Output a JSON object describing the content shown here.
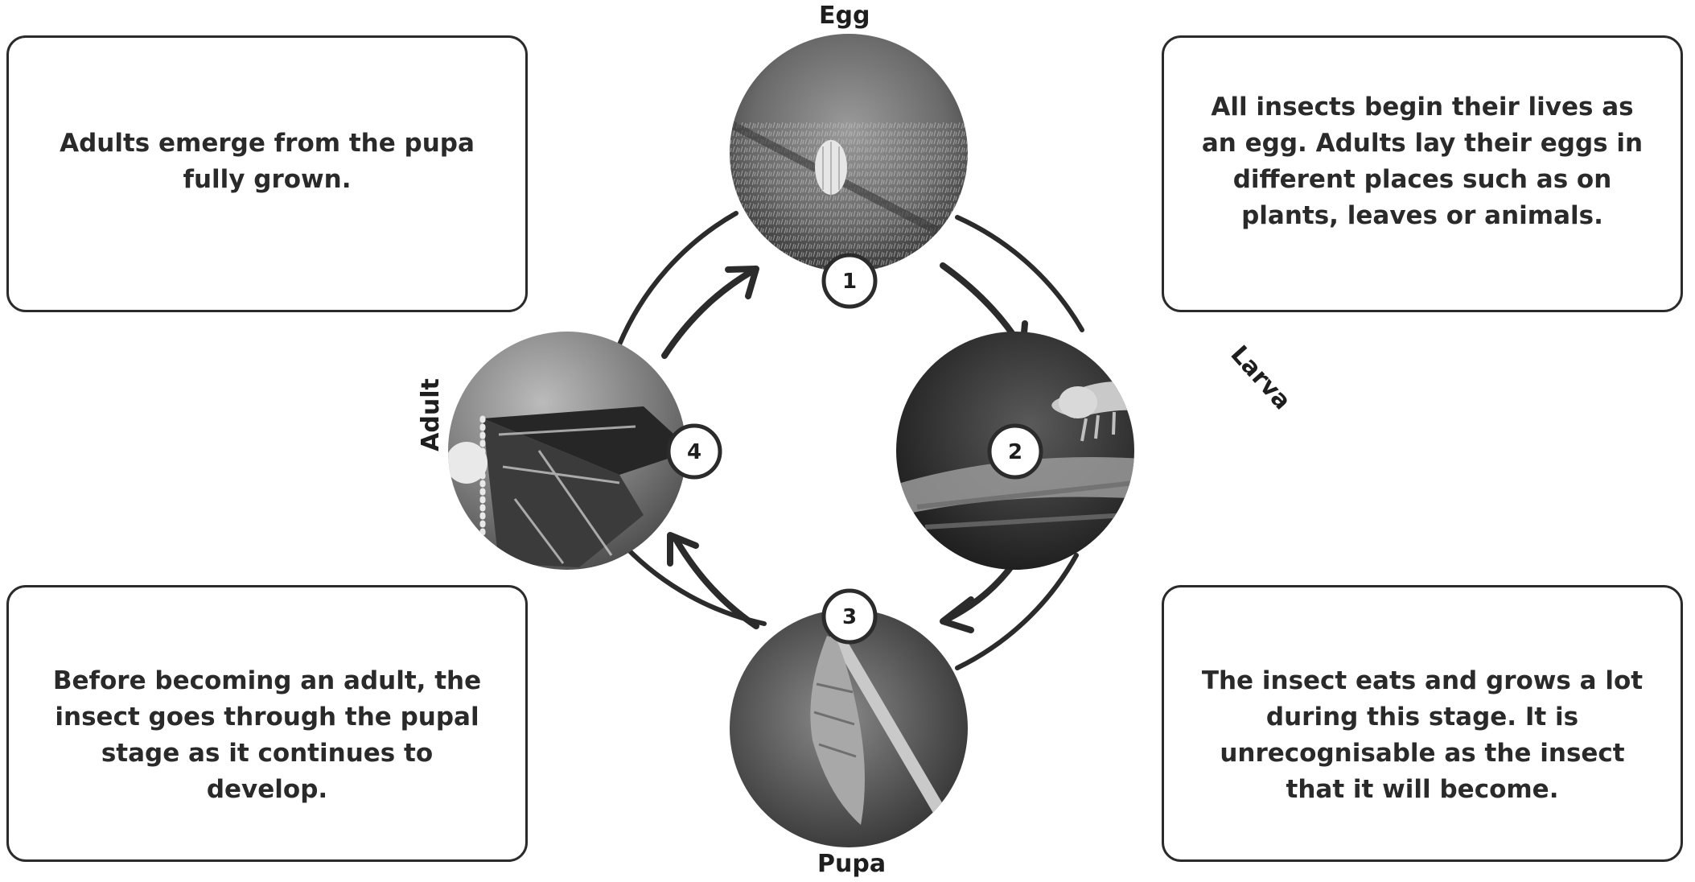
{
  "title": "",
  "stages": [
    {
      "number": "1",
      "name": "Egg",
      "icon": "egg-photo-icon",
      "description": "All insects begin their lives as an egg. Adults lay their eggs in different places such as on plants, leaves or animals."
    },
    {
      "number": "2",
      "name": "Larva",
      "icon": "caterpillar-photo-icon",
      "description": "The insect eats and grows a lot during this stage. It is unrecognisable as the insect that it will become."
    },
    {
      "number": "3",
      "name": "Pupa",
      "icon": "chrysalis-photo-icon",
      "description": "Before becoming an adult, the insect goes through the pupal stage as it continues to develop."
    },
    {
      "number": "4",
      "name": "Adult",
      "icon": "butterfly-photo-icon",
      "description": "Adults emerge from the pupa fully grown."
    }
  ],
  "colors": {
    "line": "#2b2b2b",
    "photo_dark": "#3a3a3a",
    "photo_light": "#bdbdbd",
    "badge_bg": "#ffffff"
  }
}
